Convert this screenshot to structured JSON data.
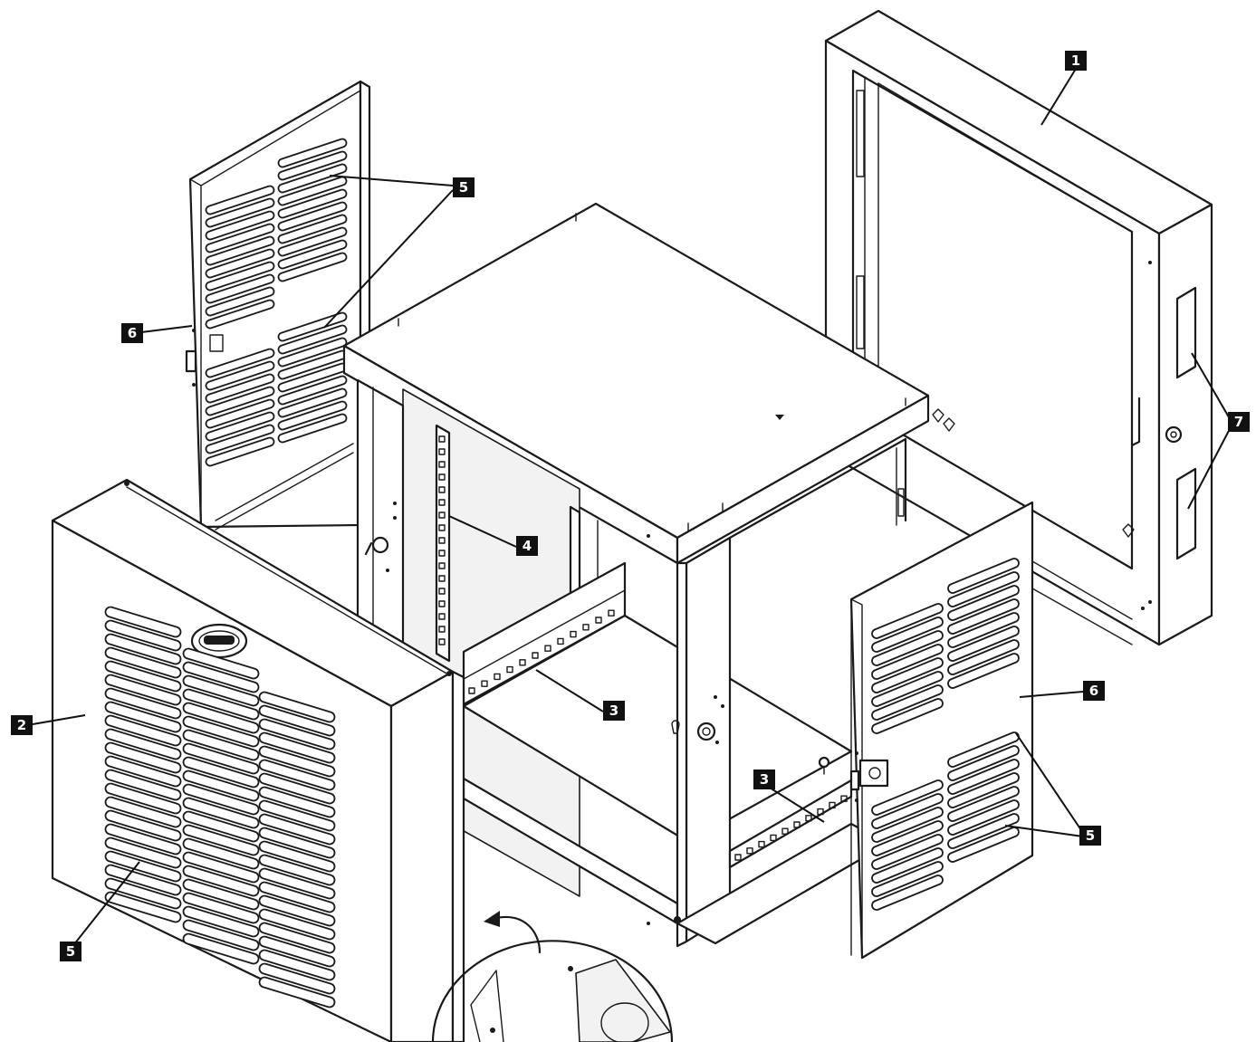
{
  "callouts": [
    {
      "id": "1",
      "label": "1"
    },
    {
      "id": "2",
      "label": "2"
    },
    {
      "id": "3",
      "label": "3"
    },
    {
      "id": "4",
      "label": "4"
    },
    {
      "id": "5",
      "label": "5"
    },
    {
      "id": "6",
      "label": "6"
    },
    {
      "id": "7",
      "label": "7"
    }
  ],
  "colors": {
    "line": "#1a1a1a",
    "callout_bg": "#111111",
    "callout_text": "#ffffff",
    "background": "#ffffff"
  }
}
